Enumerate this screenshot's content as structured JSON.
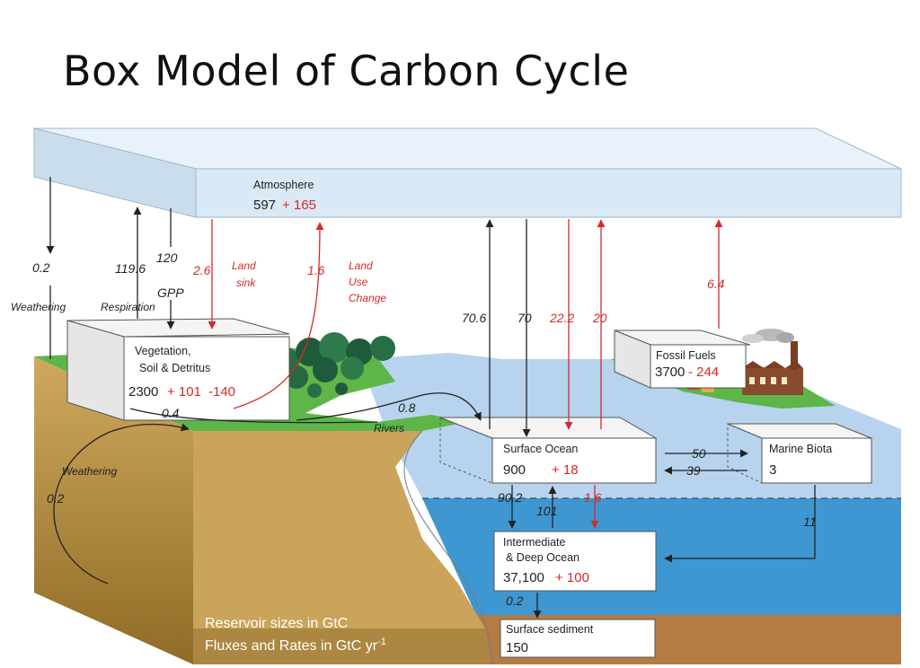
{
  "slide": {
    "title": "Box Model of Carbon Cycle"
  },
  "reservoirs": {
    "atmosphere": {
      "label": "Atmosphere",
      "value": "597",
      "change": "+ 165"
    },
    "vegetation": {
      "label_line1": "Vegetation,",
      "label_line2": "Soil & Detritus",
      "value": "2300",
      "change_plus": "+ 101",
      "change_minus": "-140"
    },
    "fossil_fuels": {
      "label": "Fossil Fuels",
      "value": "3700",
      "change": "- 244"
    },
    "surface_ocean": {
      "label": "Surface Ocean",
      "value": "900",
      "change": "+ 18"
    },
    "marine_biota": {
      "label": "Marine Biota",
      "value": "3"
    },
    "deep_ocean": {
      "label_line1": "Intermediate",
      "label_line2": "& Deep Ocean",
      "value": "37,100",
      "change": "+ 100"
    },
    "sediment": {
      "label": "Surface sediment",
      "value": "150"
    }
  },
  "fluxes": {
    "weathering_atm": "0.2",
    "respiration": "119.6",
    "gpp": "120",
    "land_sink": "2.6",
    "land_use_change": "1.6",
    "atm_from_ocean": "70.6",
    "atm_to_ocean": "70",
    "anthro_to_ocean": "22.2",
    "anthro_from_ocean": "20",
    "fossil_emission": "6.4",
    "rivers": "0.8",
    "veg_runoff": "0.4",
    "rock_weathering": "0.2",
    "to_biota": "50",
    "from_biota": "39",
    "downwelling": "90.2",
    "upwelling": "101",
    "anthro_down": "1.6",
    "biota_sink": "11",
    "sedimentation": "0.2"
  },
  "labels": {
    "weathering_top": "Weathering",
    "respiration": "Respiration",
    "gpp": "GPP",
    "land_sink_1": "Land",
    "land_sink_2": "sink",
    "luc_1": "Land",
    "luc_2": "Use",
    "luc_3": "Change",
    "rivers": "Rivers",
    "weathering_rock": "Weathering"
  },
  "legend": {
    "line1": "Reservoir sizes in GtC",
    "line2_prefix": "Fluxes and Rates in GtC yr",
    "line2_exp": "-1"
  },
  "colors": {
    "natural_flux": "#222222",
    "anthropogenic_flux": "#d42a2a",
    "atmosphere": "#d9e9f6",
    "land_surface": "#5eb548",
    "soil": "#c9a45a",
    "surface_water": "#b7d3ee",
    "deep_water": "#3f97d1",
    "sediment": "#b47b45"
  }
}
